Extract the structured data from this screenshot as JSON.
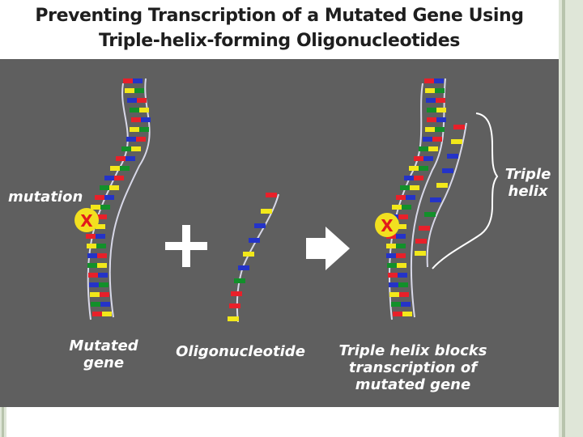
{
  "title": {
    "line1": "Preventing Transcription of a Mutated Gene Using",
    "line2": "Triple-helix-forming Oligonucleotides"
  },
  "labels": {
    "mutation": "mutation",
    "mutated_gene": [
      "Mutated",
      "gene"
    ],
    "oligonucleotide": "Oligonucleotide",
    "triple_helix_result": [
      "Triple helix blocks",
      "transcription of",
      "mutated gene"
    ],
    "triple_helix": [
      "Triple",
      "helix"
    ]
  },
  "symbols": {
    "mutation_marker": "X",
    "plus": "+",
    "arrow": "right-arrow-icon"
  },
  "colors": {
    "slide_background": "#5f5f5f",
    "backbone": "#d8d8e8",
    "base_red": "#e8202a",
    "base_blue": "#2433c8",
    "base_green": "#12902a",
    "base_yellow": "#f2e81a",
    "mutation_circle": "#f2e020",
    "mutation_x": "#e21b1b"
  }
}
